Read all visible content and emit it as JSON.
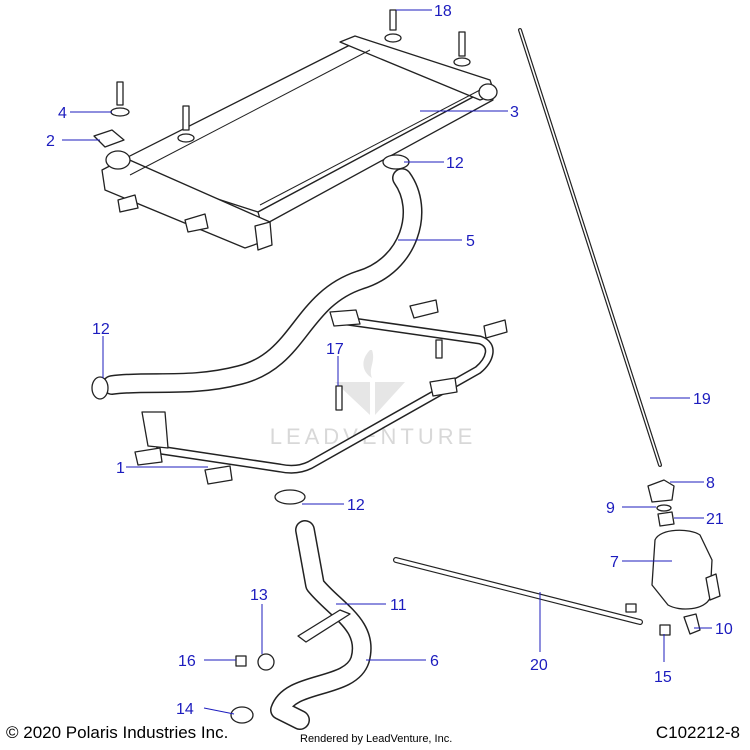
{
  "diagram": {
    "accent_color": "#1c1cbe",
    "callouts": {
      "c1": "1",
      "c2": "2",
      "c3": "3",
      "c4": "4",
      "c5": "5",
      "c6": "6",
      "c7": "7",
      "c8": "8",
      "c9": "9",
      "c10": "10",
      "c11": "11",
      "c12a": "12",
      "c12b": "12",
      "c12c": "12",
      "c13": "13",
      "c14": "14",
      "c15": "15",
      "c16": "16",
      "c17": "17",
      "c18": "18",
      "c19": "19",
      "c20": "20",
      "c21": "21"
    }
  },
  "watermark": {
    "text": "LEADVENTURE"
  },
  "footer": {
    "copyright": "© 2020 Polaris Industries Inc.",
    "rendered_by": "Rendered by LeadVenture, Inc.",
    "diagram_id": "C102212-8"
  }
}
